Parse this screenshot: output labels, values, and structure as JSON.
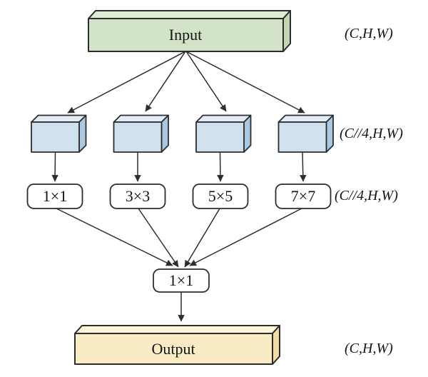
{
  "diagram": {
    "title_hint": "multi-scale convolution block",
    "input": {
      "label": "Input",
      "shape": "(C,H,W)"
    },
    "branch_cubes": {
      "shape": "(C//4,H,W)",
      "count": 4
    },
    "convs": {
      "items": [
        "1×1",
        "3×3",
        "5×5",
        "7×7"
      ],
      "shape": "(C//4,H,W)"
    },
    "fusion": {
      "label": "1×1"
    },
    "output": {
      "label": "Output",
      "shape": "(C,H,W)"
    }
  },
  "colors": {
    "input_front": "#d3e3c8",
    "input_top": "#e1ecd6",
    "input_side": "#c2d8b4",
    "branch_front": "#cfe0ef",
    "branch_top": "#e1ecf7",
    "branch_side": "#aac8e2",
    "output_front": "#f9ecc5",
    "output_top": "#fdf4d9",
    "output_side": "#f2dea2",
    "conv_fill": "#ffffff",
    "line": "#2d2d2d"
  }
}
